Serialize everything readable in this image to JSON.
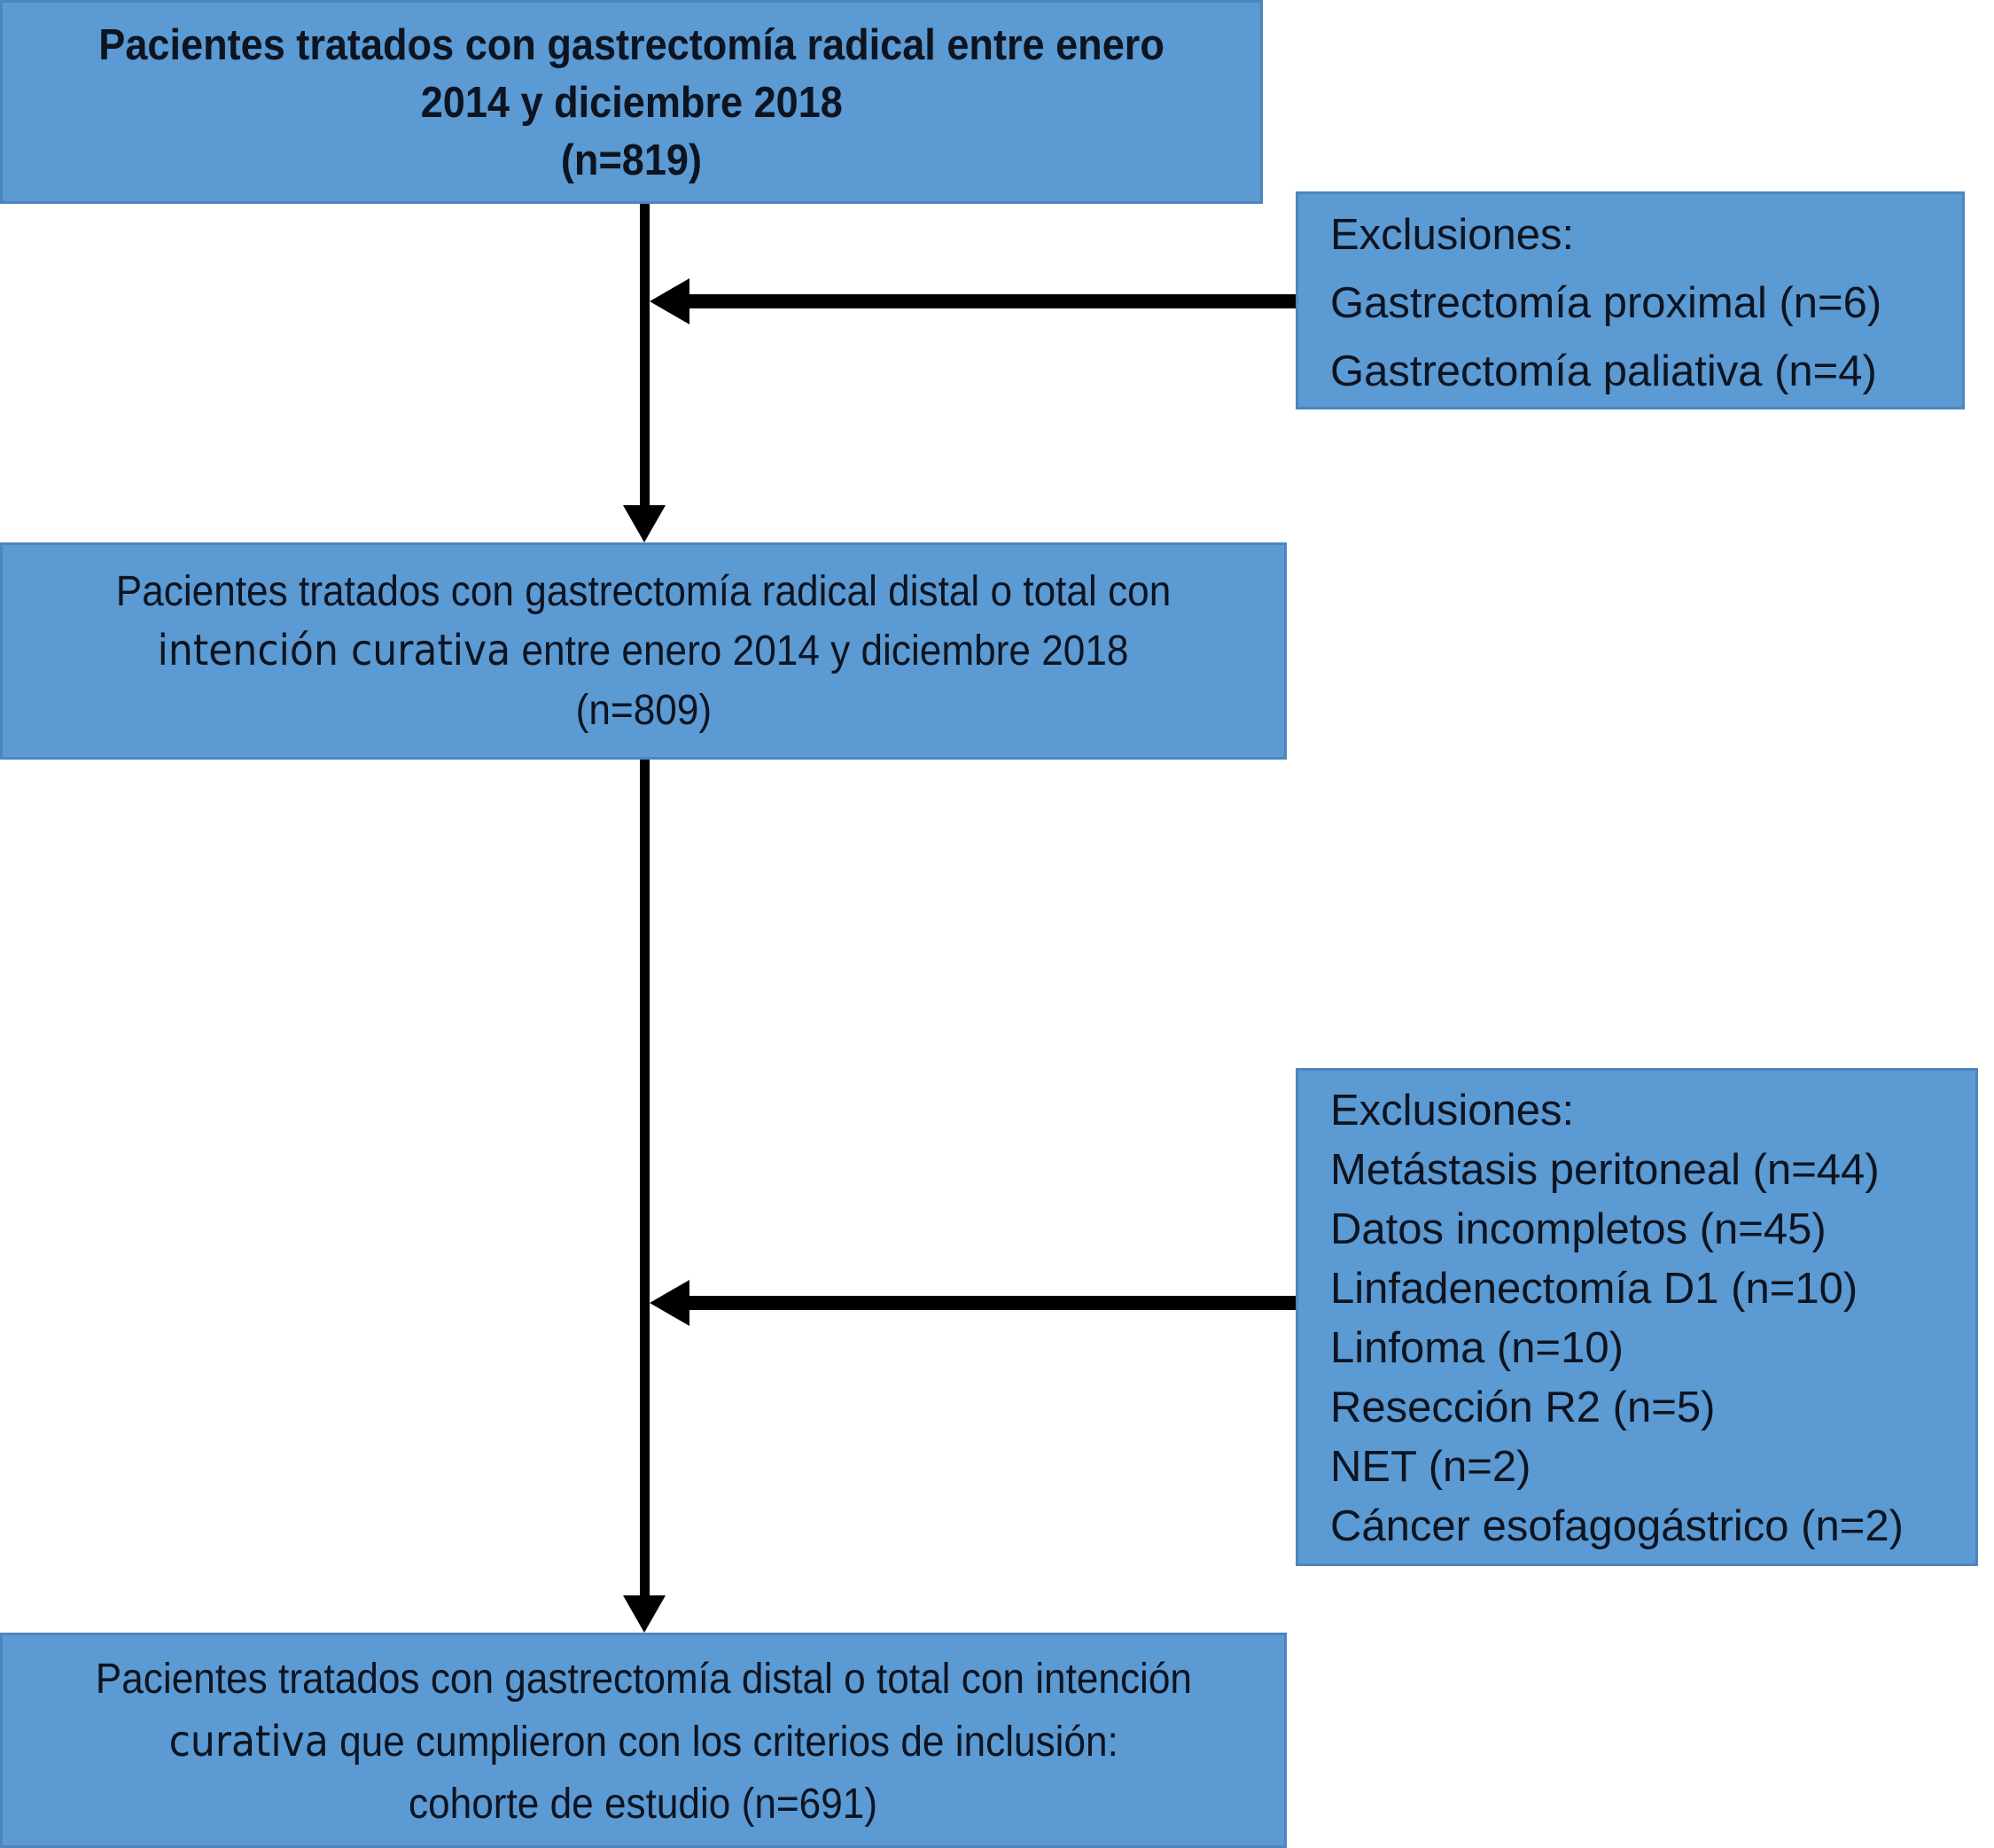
{
  "diagram": {
    "type": "flowchart",
    "language": "es",
    "colors": {
      "box_fill": "#5b9ad2",
      "box_border": "#4c86bd",
      "text": "#0d1420",
      "arrow": "#000000",
      "background": "#ffffff"
    },
    "boxes": {
      "initial": {
        "line1": "Pacientes tratados con gastrectomía radical entre enero",
        "line2": "2014 y diciembre 2018",
        "line3": "(n=819)"
      },
      "exclusions1": {
        "title": "Exclusiones:",
        "item1": "Gastrectomía proximal (n=6)",
        "item2": "Gastrectomía paliativa (n=4)"
      },
      "intermediate": {
        "line1": "Pacientes tratados con gastrectomía radical distal o total con",
        "line2_alt": "intención curativa",
        "line2_rest": " entre enero 2014 y diciembre 2018",
        "line3": "(n=809)"
      },
      "exclusions2": {
        "title": "Exclusiones:",
        "item1": "Metástasis peritoneal (n=44)",
        "item2": "Datos incompletos (n=45)",
        "item3": "Linfadenectomía D1 (n=10)",
        "item4": "Linfoma (n=10)",
        "item5": "Resección R2 (n=5)",
        "item6": "NET (n=2)",
        "item7": "Cáncer esofagogástrico (n=2)"
      },
      "final": {
        "line1": "Pacientes tratados con gastrectomía distal o total con intención",
        "line2_alt": "curativa",
        "line2_rest": " que cumplieron con los criterios de inclusión:",
        "line3": "cohorte de estudio (n=691)"
      }
    }
  }
}
